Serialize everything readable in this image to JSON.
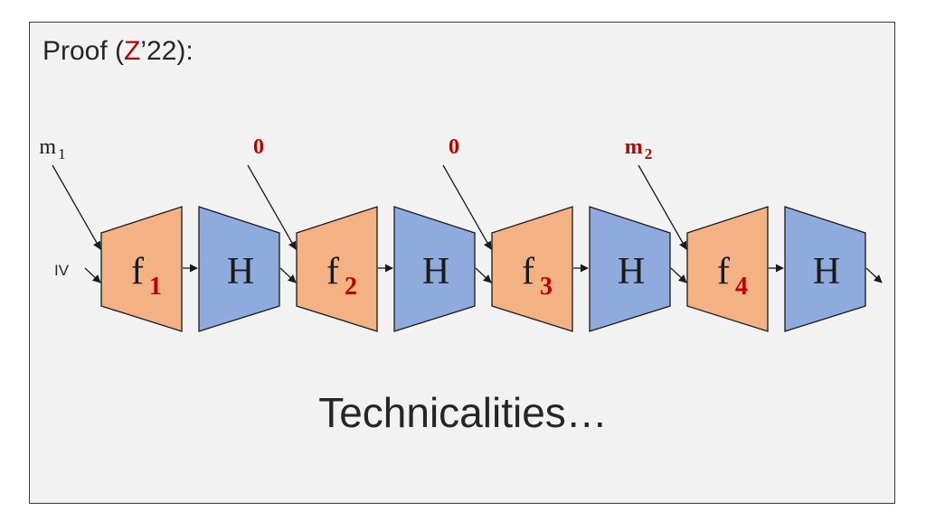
{
  "title": {
    "prefix": "Proof (",
    "accent": "Z",
    "suffix": "’22):"
  },
  "inputs": {
    "iv_label": "IV",
    "messages": [
      {
        "base": "m",
        "sub": "1",
        "highlight": false
      },
      {
        "base": "0",
        "sub": "",
        "highlight": true
      },
      {
        "base": "0",
        "sub": "",
        "highlight": true
      },
      {
        "base": "m",
        "sub": "2",
        "highlight": true
      }
    ]
  },
  "stages": [
    {
      "f_base": "f",
      "f_sub": "1",
      "h_label": "H"
    },
    {
      "f_base": "f",
      "f_sub": "2",
      "h_label": "H"
    },
    {
      "f_base": "f",
      "f_sub": "3",
      "h_label": "H"
    },
    {
      "f_base": "f",
      "f_sub": "4",
      "h_label": "H"
    }
  ],
  "caption": "Technicalities…",
  "colors": {
    "f_fill": "#f4b183",
    "h_fill": "#8faadc",
    "accent": "#c00000",
    "stroke": "#1a1a1a",
    "frame_bg": "#f2f2f2"
  }
}
